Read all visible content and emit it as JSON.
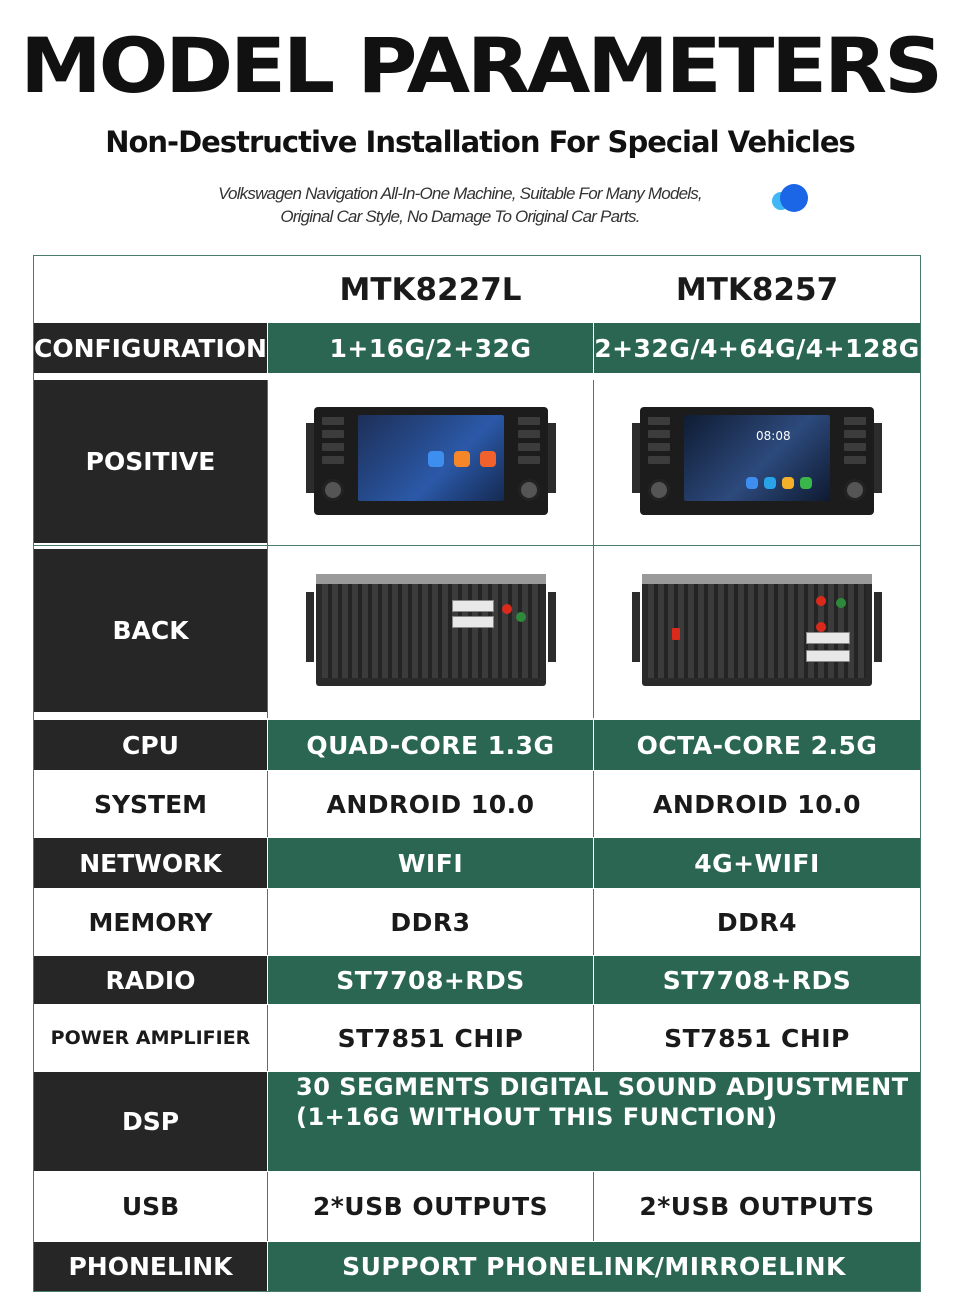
{
  "header": {
    "title": "MODEL PARAMETERS",
    "subtitle": "Non-Destructive Installation For Special Vehicles",
    "desc_line1": "Volkswagen Navigation All-In-One Machine, Suitable For Many Models,",
    "desc_line2": "Original Car Style, No Damage To Original Car Parts."
  },
  "colors": {
    "green": "#2b6653",
    "dark": "#262626",
    "accent_blue": "#1a66e6"
  },
  "table": {
    "col1": "MTK8227L",
    "col2": "MTK8257",
    "rows": {
      "configuration": {
        "label": "CONFIGURATION",
        "v1": "1+16G/2+32G",
        "v2": "2+32G/4+64G/4+128G"
      },
      "positive": {
        "label": "POSITIVE"
      },
      "back": {
        "label": "BACK"
      },
      "cpu": {
        "label": "CPU",
        "v1": "QUAD-CORE 1.3G",
        "v2": "OCTA-CORE 2.5G"
      },
      "system": {
        "label": "SYSTEM",
        "v1": "ANDROID 10.0",
        "v2": "ANDROID 10.0"
      },
      "network": {
        "label": "NETWORK",
        "v1": "WIFI",
        "v2": "4G+WIFI"
      },
      "memory": {
        "label": "MEMORY",
        "v1": "DDR3",
        "v2": "DDR4"
      },
      "radio": {
        "label": "RADIO",
        "v1": "ST7708+RDS",
        "v2": "ST7708+RDS"
      },
      "amplifier": {
        "label": "POWER AMPLIFIER",
        "v1": "ST7851 CHIP",
        "v2": "ST7851 CHIP"
      },
      "dsp": {
        "label": "DSP",
        "line1": "30 SEGMENTS DIGITAL SOUND ADJUSTMENT",
        "line2": "(1+16G WITHOUT THIS FUNCTION)"
      },
      "usb": {
        "label": "USB",
        "v1": "2*USB OUTPUTS",
        "v2": "2*USB OUTPUTS"
      },
      "phonelink": {
        "label": "PHONELINK",
        "value": "SUPPORT PHONELINK/MIRROELINK"
      }
    },
    "screen_a_time": "",
    "screen_b_time": "08:08"
  }
}
